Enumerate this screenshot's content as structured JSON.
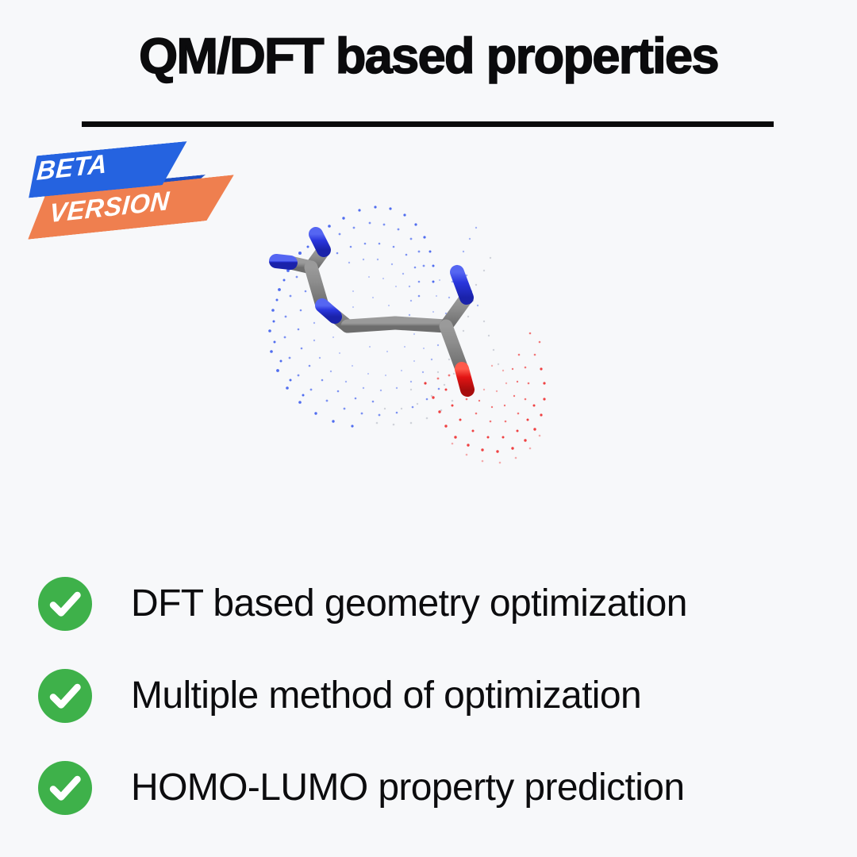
{
  "page": {
    "background_color": "#f7f8fa",
    "title": "QM/DFT based properties"
  },
  "badge": {
    "line1": "BETA",
    "line2": "VERSION",
    "blue_color": "#2563e0",
    "orange_color": "#ef7f4f",
    "text_color": "#ffffff"
  },
  "molecule": {
    "caption": "3D ball-and-stick molecular model with dotted electrostatic potential surface",
    "carbon_color": "#808080",
    "nitrogen_color": "#2233dd",
    "oxygen_color": "#e01010",
    "positive_surface_color": "#3355ee",
    "negative_surface_color": "#ee2222"
  },
  "features": [
    {
      "icon": "check-circle-icon",
      "label": "DFT based geometry optimization",
      "color": "#3eb14a"
    },
    {
      "icon": "check-circle-icon",
      "label": "Multiple method of optimization",
      "color": "#3eb14a"
    },
    {
      "icon": "check-circle-icon",
      "label": "HOMO-LUMO property prediction",
      "color": "#3eb14a"
    }
  ]
}
